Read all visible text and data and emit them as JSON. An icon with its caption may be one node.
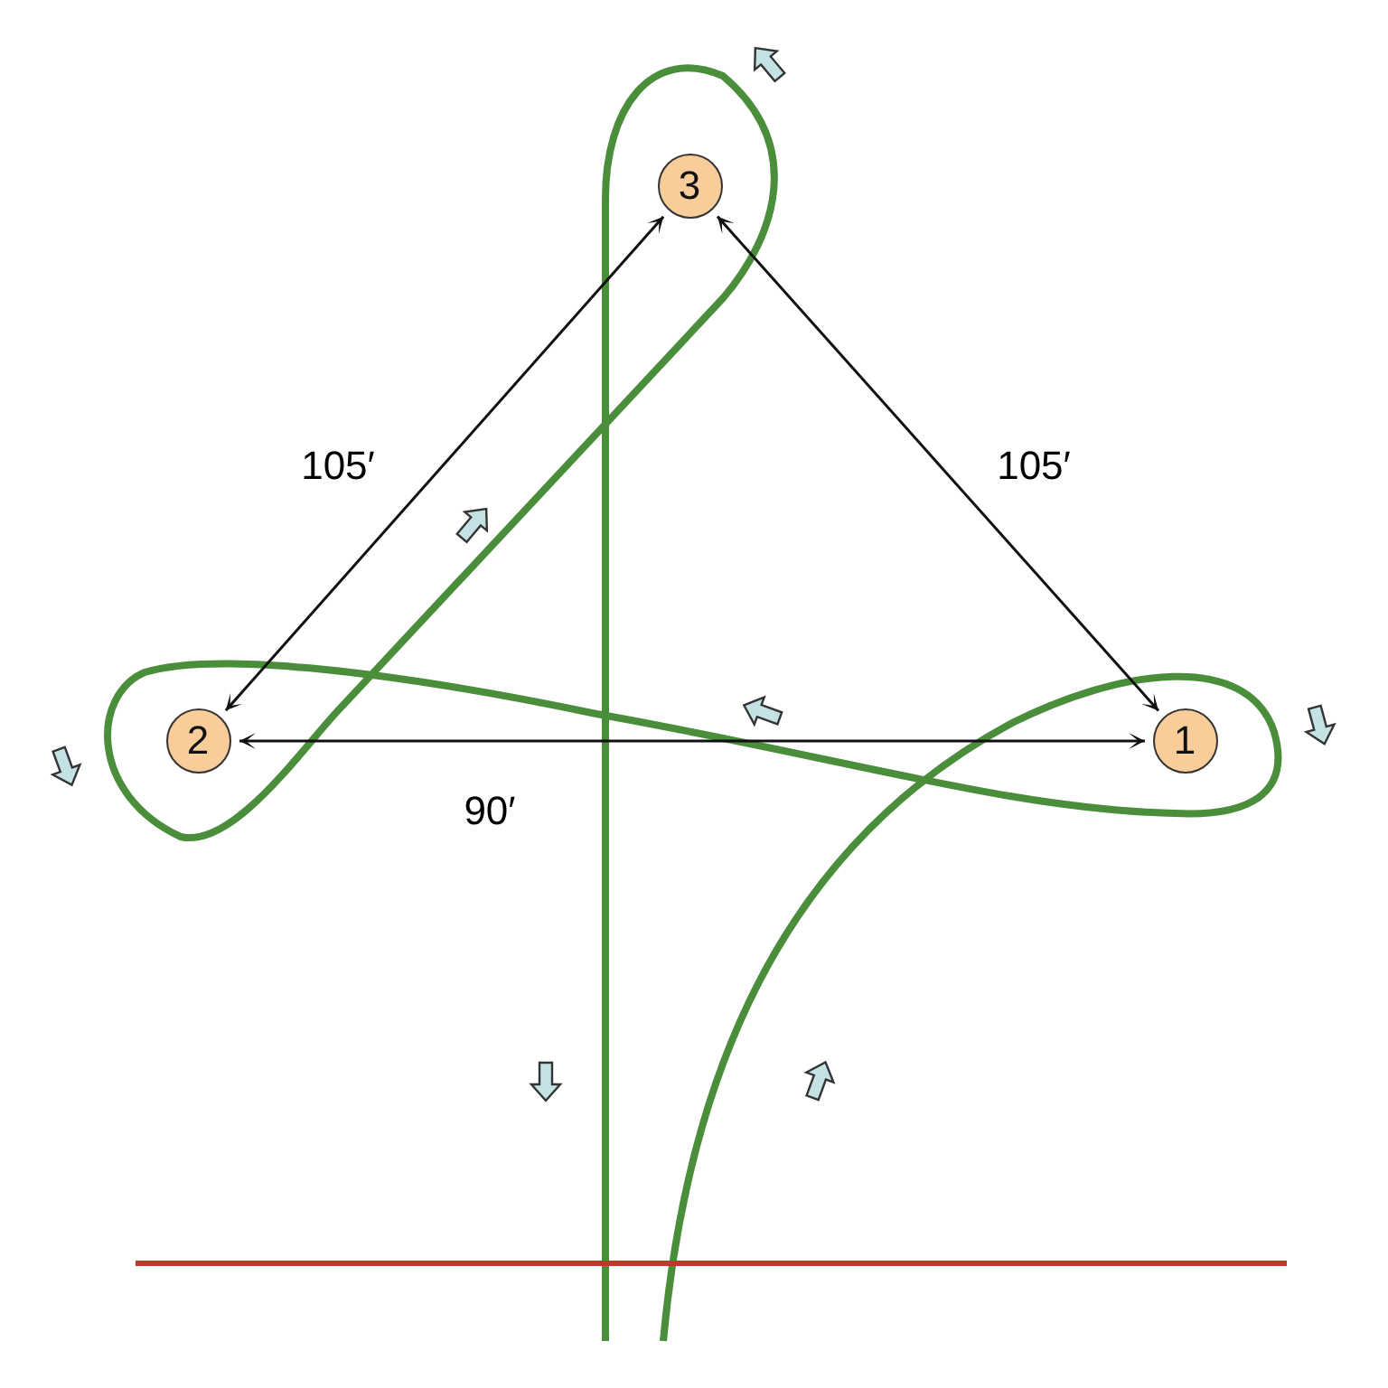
{
  "diagram": {
    "nodes": [
      {
        "text": [
          "3"
        ]
      },
      {
        "text": [
          "2"
        ]
      },
      {
        "text": [
          "1"
        ]
      }
    ],
    "edges": [
      {
        "from": 0,
        "to": 1,
        "arrow": "both",
        "label": "105′"
      },
      {
        "from": 0,
        "to": 2,
        "arrow": "both",
        "label": "105′"
      },
      {
        "from": 1,
        "to": 2,
        "arrow": "both",
        "label": "90′"
      }
    ]
  }
}
